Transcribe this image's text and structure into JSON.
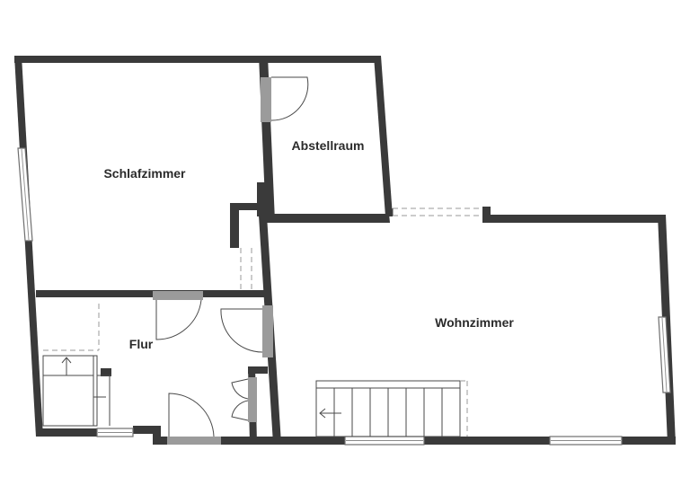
{
  "floorplan": {
    "rooms": {
      "schlafzimmer": "Schlafzimmer",
      "abstellraum": "Abstellraum",
      "wohnzimmer": "Wohnzimmer",
      "flur": "Flur"
    }
  },
  "colors": {
    "wall": "#3a3a3a",
    "window_frame": "#6e6e6e",
    "door_leaf": "#9b9b9b",
    "background": "#ffffff"
  }
}
